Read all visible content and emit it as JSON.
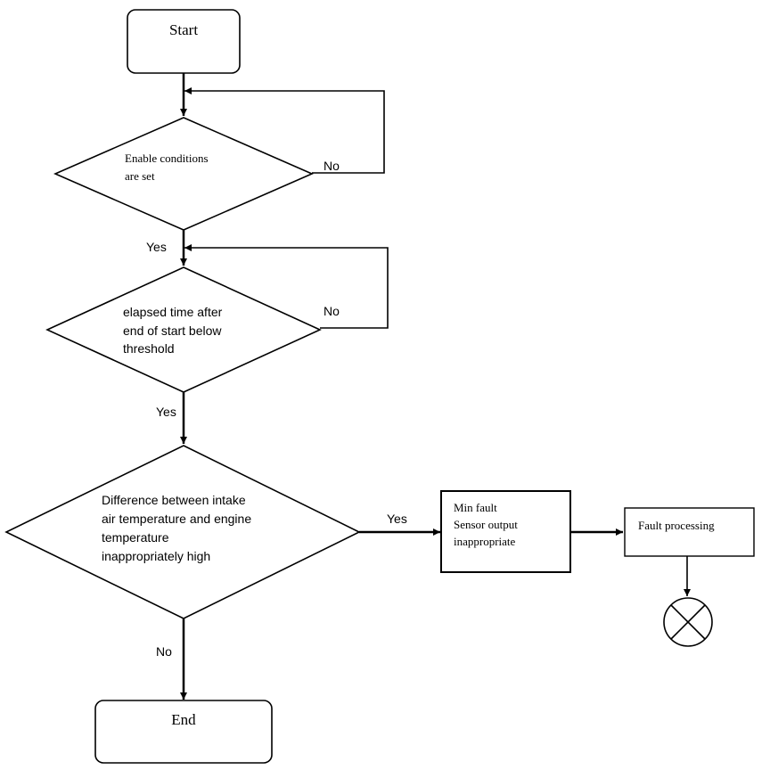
{
  "nodes": {
    "start": {
      "label": "Start"
    },
    "decision_enable": {
      "lines": [
        "Enable conditions",
        "are set"
      ]
    },
    "decision_elapsed": {
      "lines": [
        "elapsed time after",
        "end of start below",
        "threshold"
      ]
    },
    "decision_difference": {
      "lines": [
        "Difference between intake",
        "air temperature and engine",
        "temperature",
        "inappropriately high"
      ]
    },
    "min_fault": {
      "lines": [
        "Min fault",
        "Sensor output",
        "inappropriate"
      ]
    },
    "fault_processing": {
      "label": "Fault processing"
    },
    "end": {
      "label": "End"
    }
  },
  "edges": {
    "enable_no": "No",
    "enable_yes": "Yes",
    "elapsed_no": "No",
    "elapsed_yes": "Yes",
    "difference_yes": "Yes",
    "difference_no": "No"
  },
  "colors": {
    "stroke": "#000000",
    "background": "#ffffff"
  }
}
